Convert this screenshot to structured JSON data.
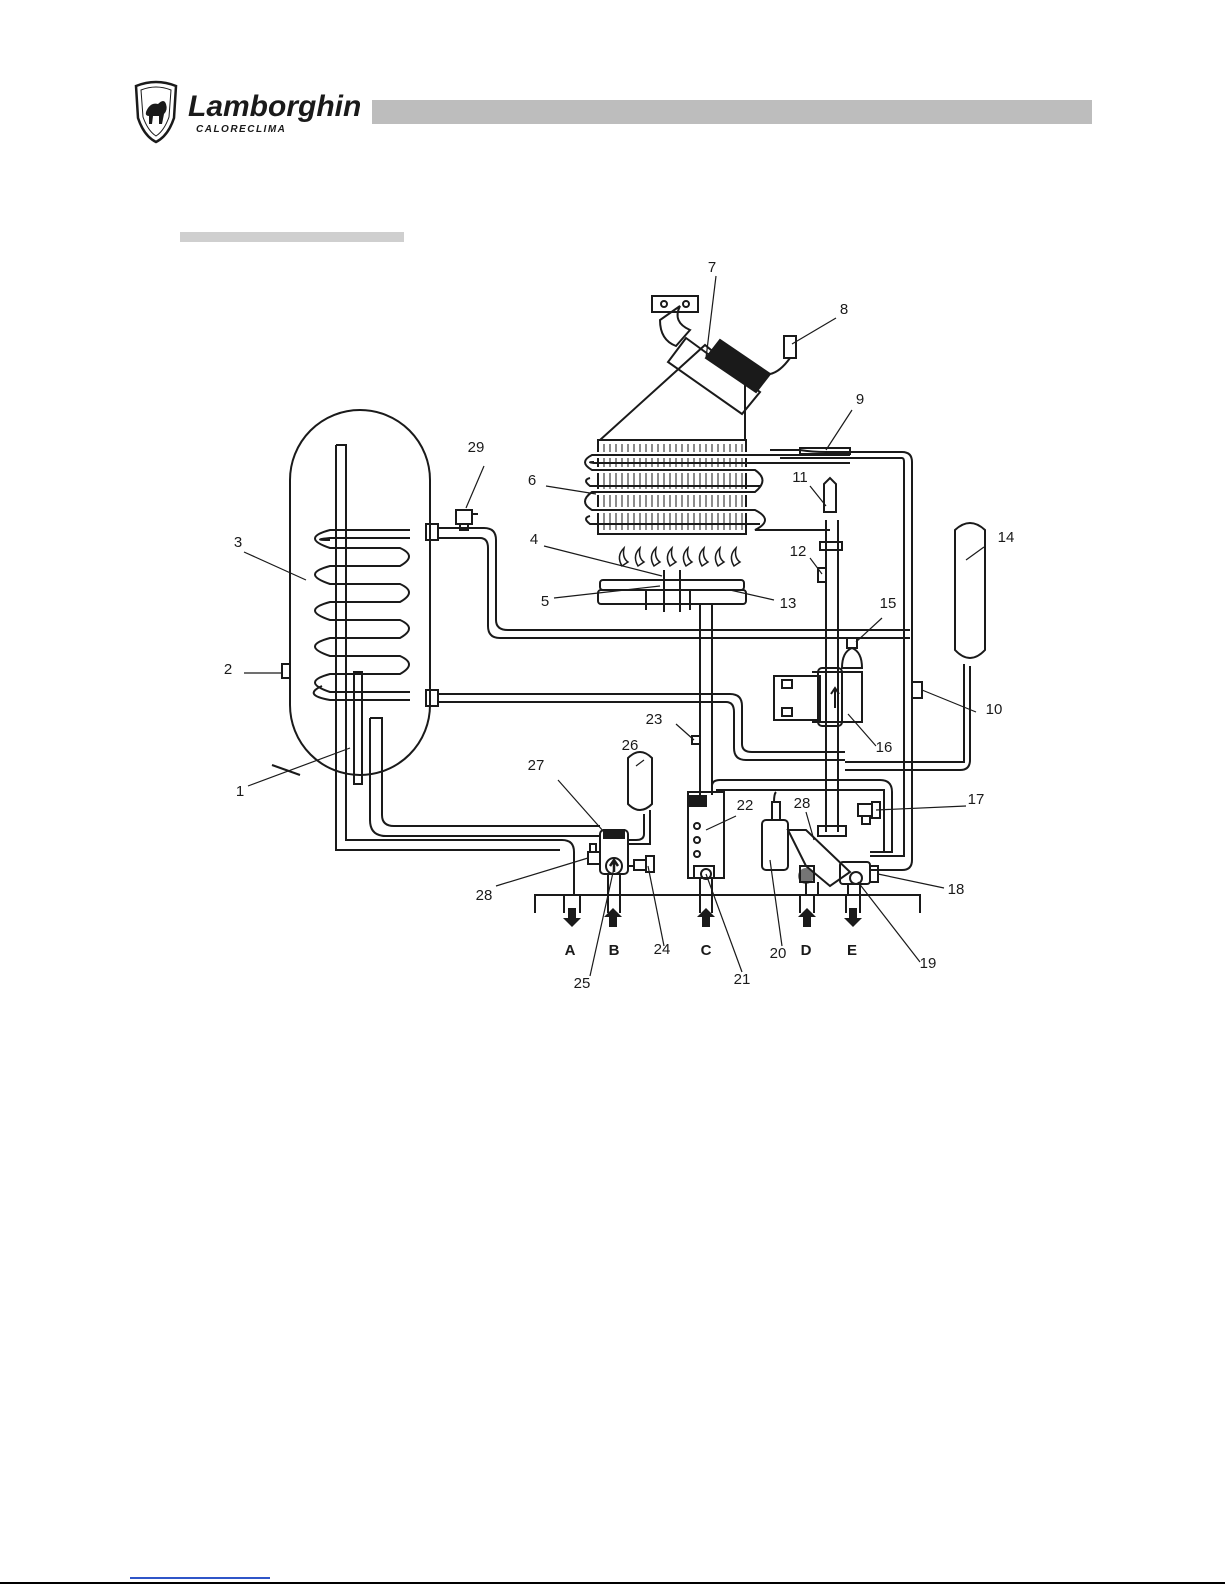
{
  "brand": {
    "name": "Lamborghini",
    "sub": "CALORECLIMA"
  },
  "colors": {
    "header_bar": "#bdbdbd",
    "section_bar": "#cfcfcf",
    "stroke": "#1a1a1a",
    "footer_link": "#2f55c8"
  },
  "callouts": [
    {
      "id": "c1",
      "text": "1"
    },
    {
      "id": "c2",
      "text": "2"
    },
    {
      "id": "c3",
      "text": "3"
    },
    {
      "id": "c4",
      "text": "4"
    },
    {
      "id": "c5",
      "text": "5"
    },
    {
      "id": "c6",
      "text": "6"
    },
    {
      "id": "c7",
      "text": "7"
    },
    {
      "id": "c8",
      "text": "8"
    },
    {
      "id": "c9",
      "text": "9"
    },
    {
      "id": "c10",
      "text": "10"
    },
    {
      "id": "c11",
      "text": "11"
    },
    {
      "id": "c12",
      "text": "12"
    },
    {
      "id": "c13",
      "text": "13"
    },
    {
      "id": "c14",
      "text": "14"
    },
    {
      "id": "c15",
      "text": "15"
    },
    {
      "id": "c16",
      "text": "16"
    },
    {
      "id": "c17",
      "text": "17"
    },
    {
      "id": "c18",
      "text": "18"
    },
    {
      "id": "c19",
      "text": "19"
    },
    {
      "id": "c20",
      "text": "20"
    },
    {
      "id": "c21",
      "text": "21"
    },
    {
      "id": "c22",
      "text": "22"
    },
    {
      "id": "c23",
      "text": "23"
    },
    {
      "id": "c24",
      "text": "24"
    },
    {
      "id": "c25",
      "text": "25"
    },
    {
      "id": "c26",
      "text": "26"
    },
    {
      "id": "c27",
      "text": "27"
    },
    {
      "id": "c28a",
      "text": "28"
    },
    {
      "id": "c28b",
      "text": "28"
    },
    {
      "id": "c29",
      "text": "29"
    }
  ],
  "connections": [
    {
      "id": "A",
      "text": "A",
      "direction": "out"
    },
    {
      "id": "B",
      "text": "B",
      "direction": "in"
    },
    {
      "id": "C",
      "text": "C",
      "direction": "in"
    },
    {
      "id": "D",
      "text": "D",
      "direction": "in"
    },
    {
      "id": "E",
      "text": "E",
      "direction": "out"
    }
  ]
}
